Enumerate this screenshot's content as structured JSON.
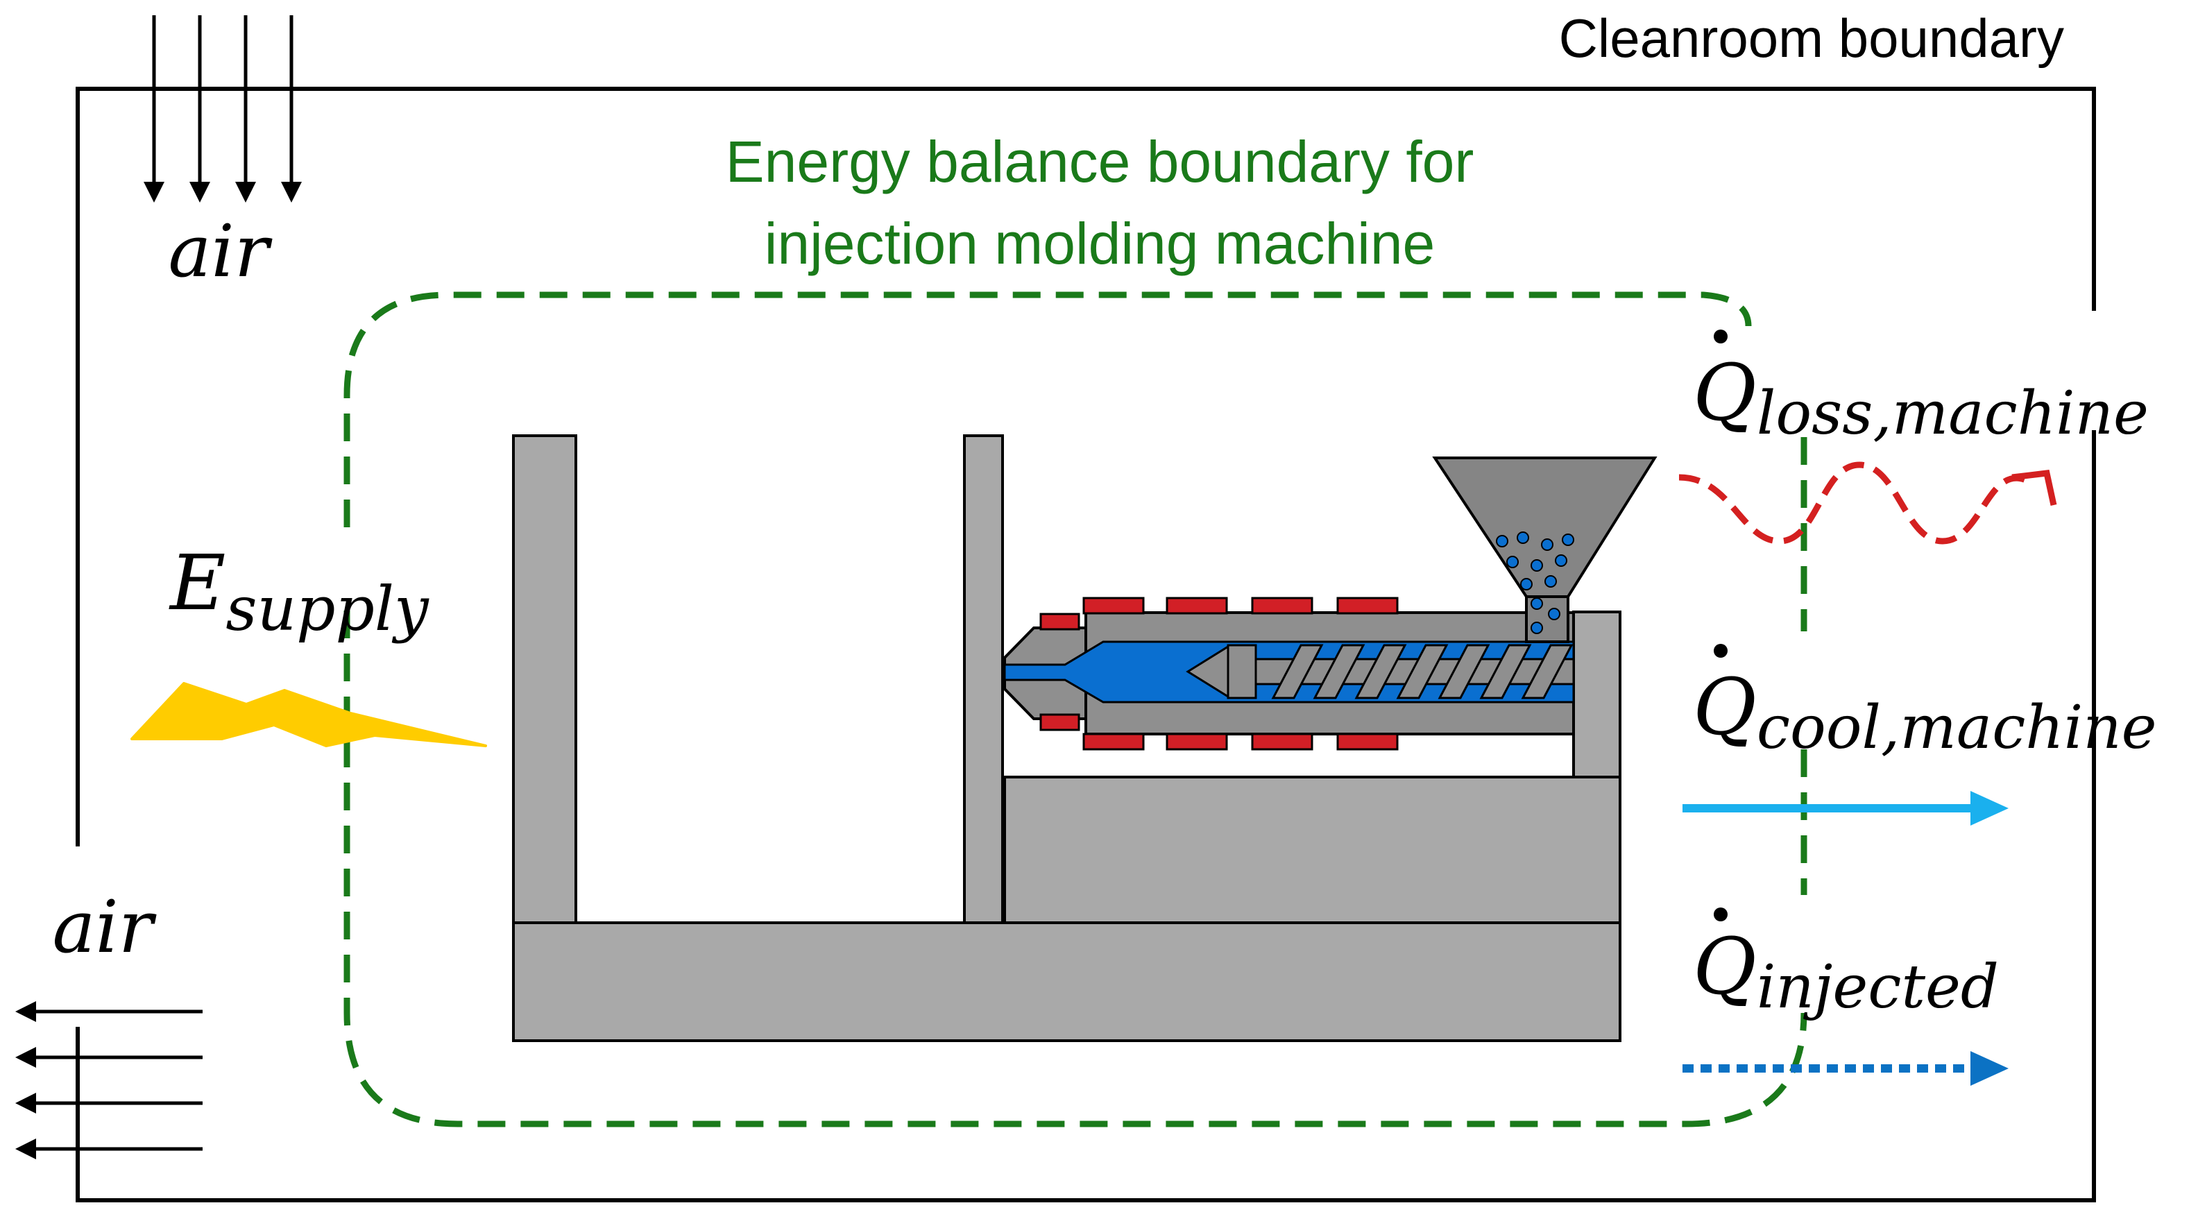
{
  "labels": {
    "cleanroom_boundary": "Cleanroom boundary",
    "energy_boundary_line1": "Energy balance boundary for",
    "energy_boundary_line2": "injection molding machine",
    "air_top": "air",
    "air_bottom": "air",
    "e_supply_base": "E",
    "e_supply_sub": "supply",
    "q_loss_base": "Q",
    "q_loss_sub": "loss,machine",
    "q_cool_base": "Q",
    "q_cool_sub": "cool,machine",
    "q_injected_base": "Q",
    "q_injected_sub": "injected"
  },
  "colors": {
    "cleanroom_boundary": "#000000",
    "energy_boundary": "#1a7a1a",
    "energy_supply": "#ffcc00",
    "heat_loss": "#d42020",
    "cooling": "#1ab0ee",
    "injected": "#0b72c4",
    "machine_body": "#a9a9a9",
    "barrel": "#8f8f8f",
    "melt": "#0a6fd0",
    "heater_bands": "#d21f26",
    "hopper": "#858585"
  },
  "icons": {
    "energy_supply": "lightning-bolt-icon",
    "heat_loss": "wavy-arrow-icon",
    "cooling": "solid-arrow-icon",
    "injected": "dotted-arrow-icon"
  }
}
